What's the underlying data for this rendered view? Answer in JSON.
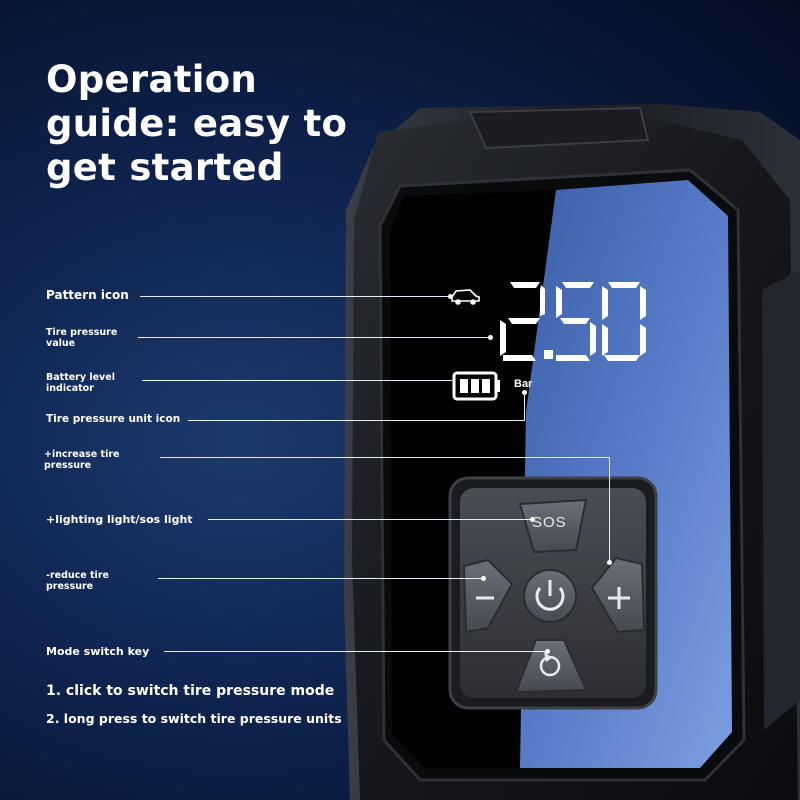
{
  "title": "Operation guide: easy to get started",
  "display": {
    "value": "2.50",
    "unit": "Bar"
  },
  "buttons": {
    "sos_label": "SOS"
  },
  "callouts": {
    "pattern_icon": "Pattern icon",
    "pressure_value_l1": "Tire pressure",
    "pressure_value_l2": "value",
    "battery_l1": "Battery level",
    "battery_l2": "indicator",
    "unit_icon": "Tire pressure unit icon",
    "increase_l1": "+increase tire",
    "increase_l2": "pressure",
    "light": "+lighting light/sos light",
    "reduce_l1": "-reduce tire",
    "reduce_l2": "pressure",
    "mode_key": "Mode switch key"
  },
  "notes": [
    "1. click to switch tire pressure mode",
    "2. long press to switch tire pressure units"
  ],
  "colors": {
    "background": "#0f2450",
    "screen_accent": "#5b7fd0",
    "body": "#16181d"
  }
}
